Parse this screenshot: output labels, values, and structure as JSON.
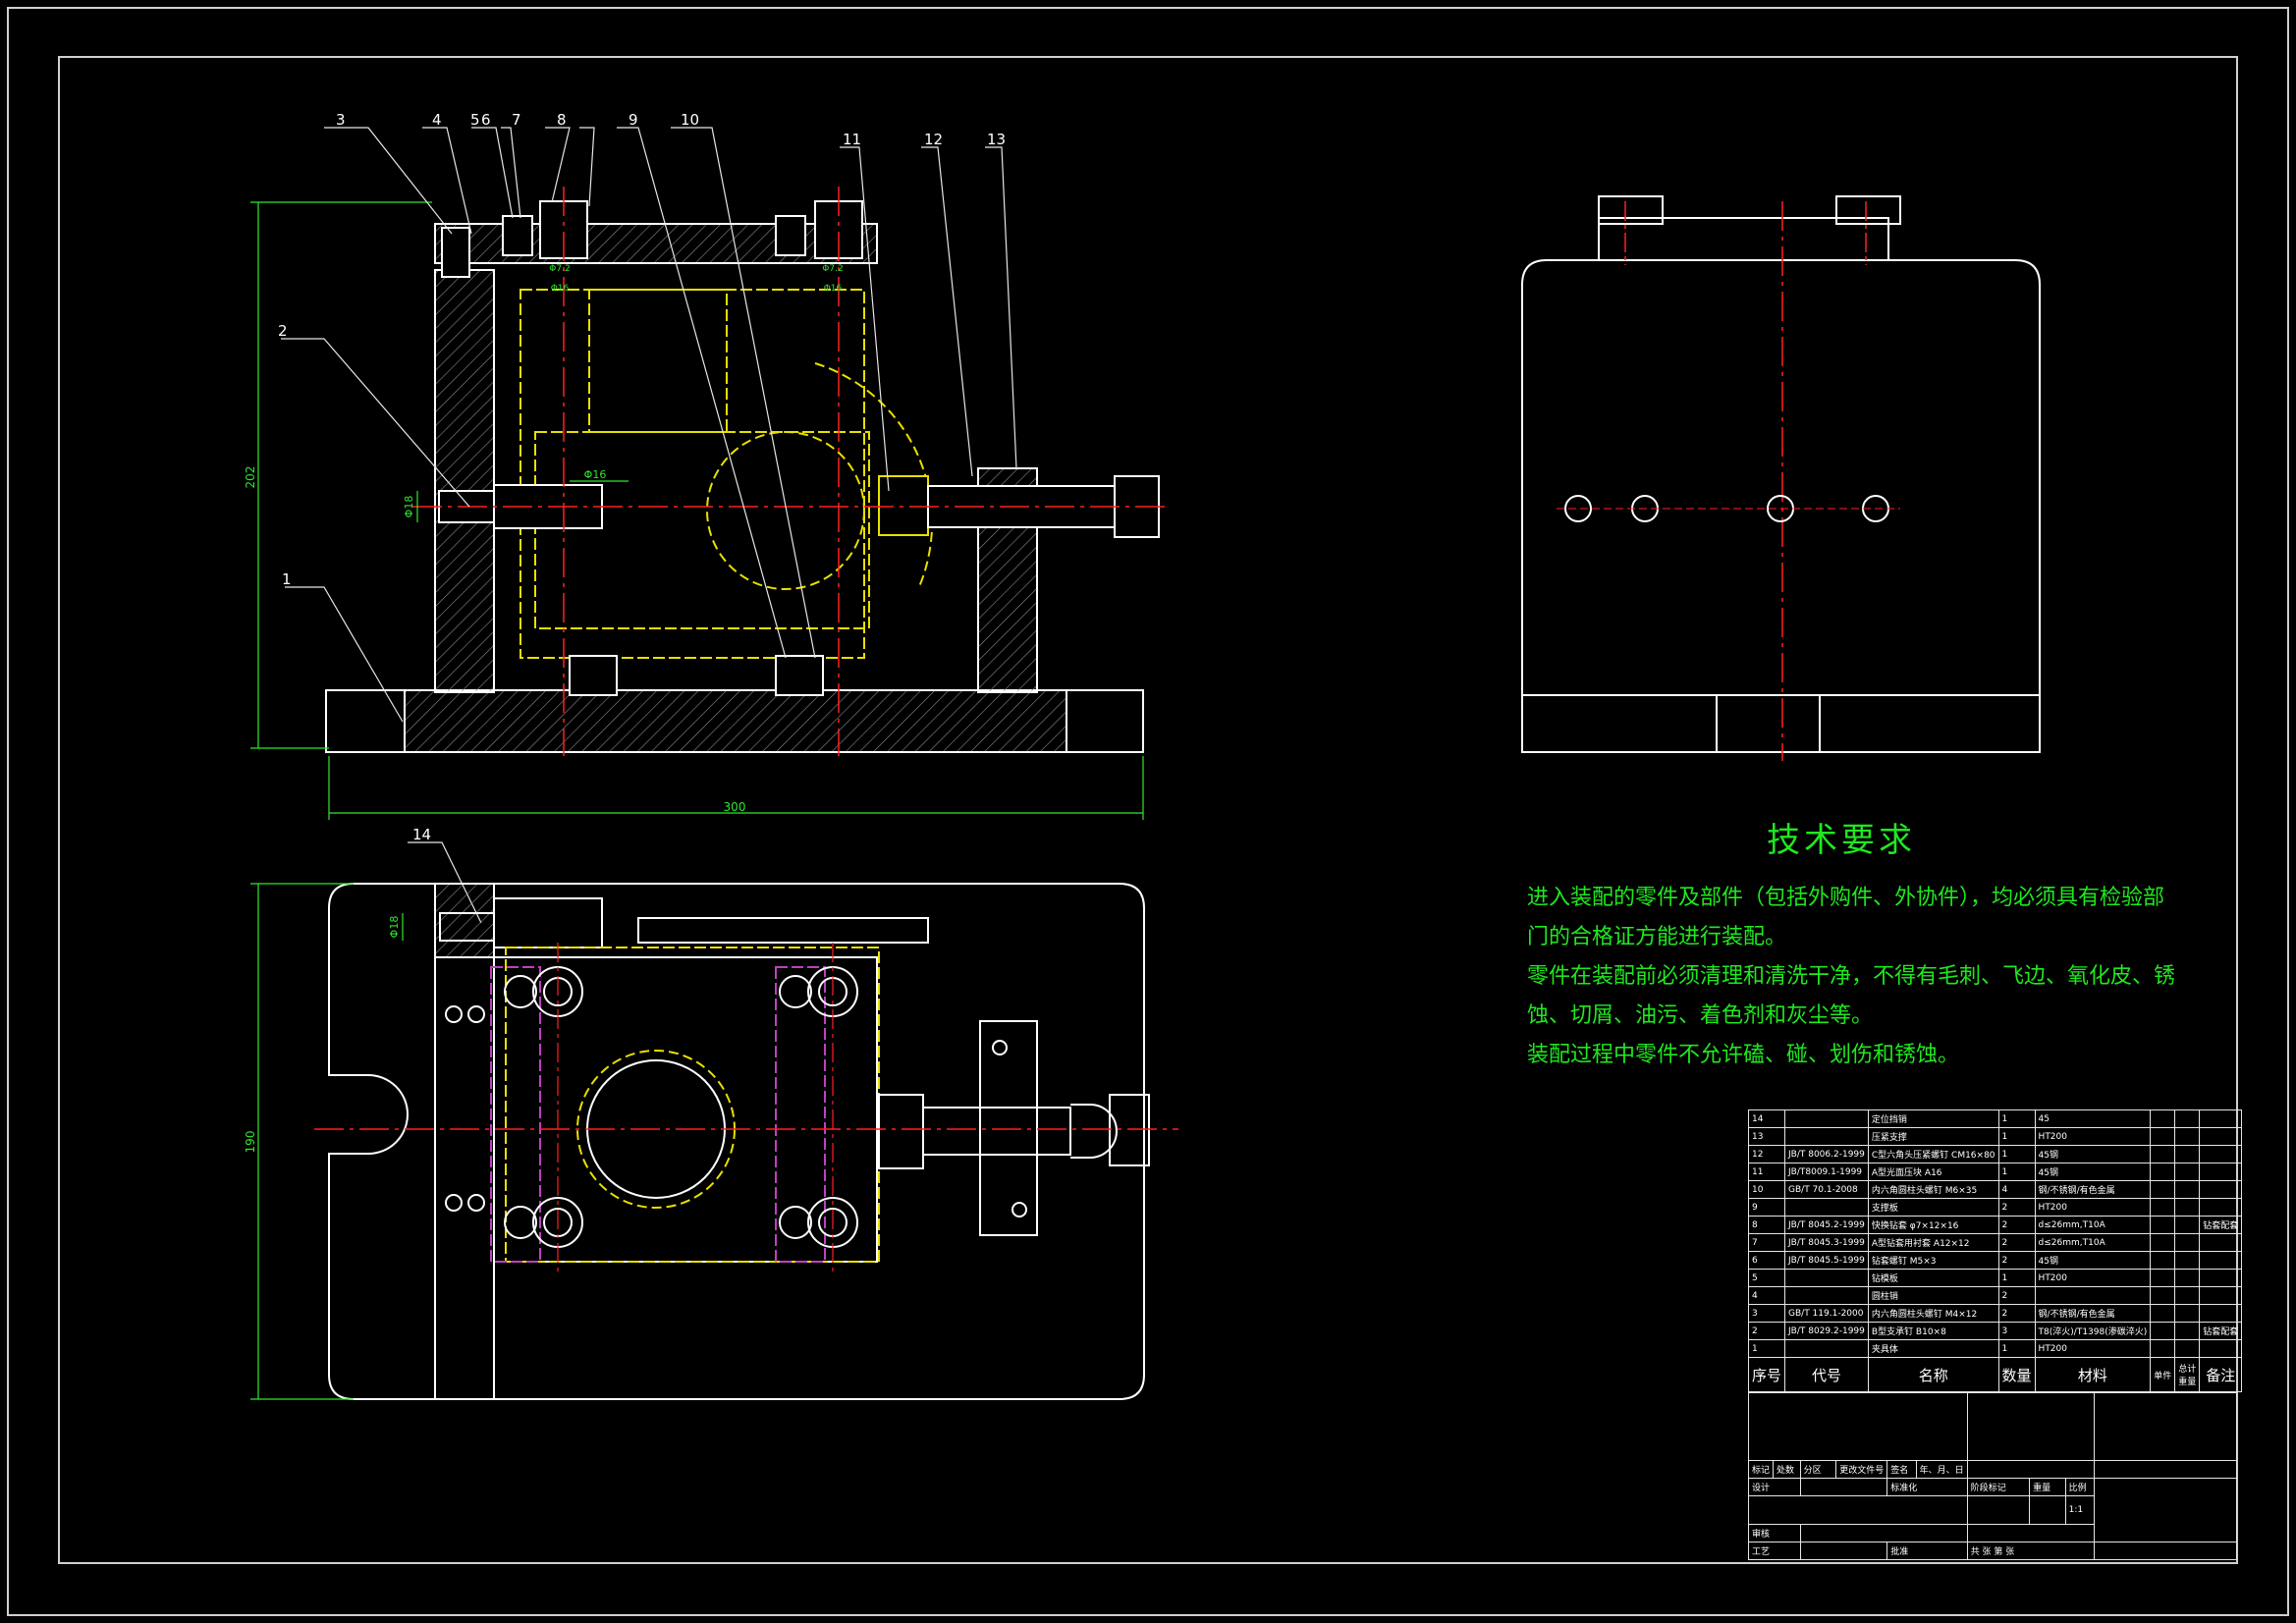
{
  "balloons": [
    "1",
    "2",
    "3",
    "4",
    "5",
    "6",
    "7",
    "8",
    "9",
    "10",
    "11",
    "12",
    "13",
    "14"
  ],
  "dimensions": {
    "front_width": "300",
    "front_height": "202",
    "top_height": "190",
    "d_front_left": "Φ18",
    "d_front_mid": "Φ16",
    "d_top_left": "Φ18",
    "d_bush1": "Φ7.2",
    "d_bush2": "Φ7.2",
    "d_bush3": "Φ16",
    "d_bush4": "Φ16"
  },
  "tech_requirements": {
    "title": "技术要求",
    "lines": [
      "进入装配的零件及部件（包括外购件、外协件），均必须具有检验部",
      "门的合格证方能进行装配。",
      "零件在装配前必须清理和清洗干净，不得有毛刺、飞边、氧化皮、锈",
      "蚀、切屑、油污、着色剂和灰尘等。",
      "装配过程中零件不允许磕、碰、划伤和锈蚀。"
    ]
  },
  "bom": {
    "rows": [
      {
        "no": "14",
        "code": "",
        "name": "定位挡销",
        "qty": "1",
        "material": "45",
        "note": ""
      },
      {
        "no": "13",
        "code": "",
        "name": "压紧支撑",
        "qty": "1",
        "material": "HT200",
        "note": ""
      },
      {
        "no": "12",
        "code": "JB/T 8006.2-1999",
        "name": "C型六角头压紧螺钉 CM16×80",
        "qty": "1",
        "material": "45钢",
        "note": ""
      },
      {
        "no": "11",
        "code": "JB/T8009.1-1999",
        "name": "A型光面压块 A16",
        "qty": "1",
        "material": "45钢",
        "note": ""
      },
      {
        "no": "10",
        "code": "GB/T 70.1-2008",
        "name": "内六角圆柱头螺钉 M6×35",
        "qty": "4",
        "material": "钢/不锈钢/有色金属",
        "note": ""
      },
      {
        "no": "9",
        "code": "",
        "name": "支撑板",
        "qty": "2",
        "material": "HT200",
        "note": ""
      },
      {
        "no": "8",
        "code": "JB/T 8045.2-1999",
        "name": "快换钻套 φ7×12×16",
        "qty": "2",
        "material": "d≤26mm,T10A",
        "note": "钻套配套"
      },
      {
        "no": "7",
        "code": "JB/T 8045.3-1999",
        "name": "A型钻套用衬套 A12×12",
        "qty": "2",
        "material": "d≤26mm,T10A",
        "note": ""
      },
      {
        "no": "6",
        "code": "JB/T 8045.5-1999",
        "name": "钻套螺钉 M5×3",
        "qty": "2",
        "material": "45钢",
        "note": ""
      },
      {
        "no": "5",
        "code": "",
        "name": "钻模板",
        "qty": "1",
        "material": "HT200",
        "note": ""
      },
      {
        "no": "4",
        "code": "",
        "name": "圆柱销",
        "qty": "2",
        "material": "",
        "note": ""
      },
      {
        "no": "3",
        "code": "GB/T 119.1-2000",
        "name": "内六角圆柱头螺钉 M4×12",
        "qty": "2",
        "material": "钢/不锈钢/有色金属",
        "note": ""
      },
      {
        "no": "2",
        "code": "JB/T 8029.2-1999",
        "name": "B型支承钉 B10×8",
        "qty": "3",
        "material": "T8(淬火)/T1398(渗碳淬火)",
        "note": "钻套配套"
      },
      {
        "no": "1",
        "code": "",
        "name": "夹具体",
        "qty": "1",
        "material": "HT200",
        "note": ""
      }
    ],
    "header": {
      "no": "序号",
      "code": "代号",
      "name": "名称",
      "qty": "数量",
      "material": "材料",
      "unit": "单件",
      "total": "总计",
      "weight": "重量",
      "note": "备注"
    }
  },
  "title_block": {
    "labels": [
      "标记",
      "处数",
      "分区",
      "更改文件号",
      "签名",
      "年、月、日"
    ],
    "design": "设计",
    "std": "标准化",
    "stage": "阶段标记",
    "weight": "重量",
    "scale": "比例",
    "scale_value": "1:1",
    "check": "审核",
    "process": "工艺",
    "approve": "批准",
    "sheets": "共  张  第  张"
  },
  "colors": {
    "outline": "#ffffff",
    "hatch": "#9a9a9a",
    "dim": "#2ee82e",
    "center": "#ff2020",
    "hidden": "#e8e000",
    "part": "#c040c0"
  }
}
